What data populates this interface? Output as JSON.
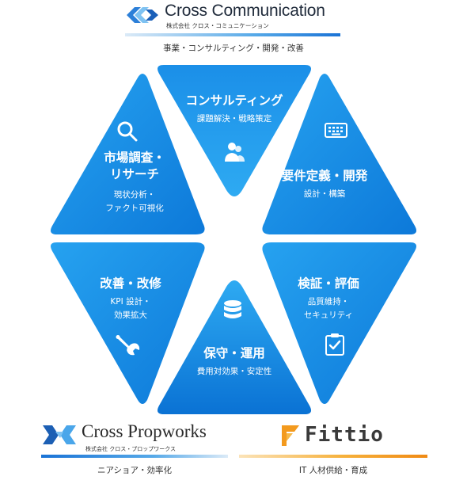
{
  "header": {
    "company": "Cross Communication",
    "company_kana": "株式会社 クロス・コミュニケーション",
    "caption": "事業・コンサルティング・開発・改善"
  },
  "segments": {
    "consulting": {
      "title": "コンサルティング",
      "sub": "課題解決・戦略策定",
      "icon": "users-icon"
    },
    "requirements": {
      "title": "要件定義・開発",
      "sub": "設計・構築",
      "icon": "keyboard-icon"
    },
    "verification": {
      "title": "検証・評価",
      "sub1": "品質維持・",
      "sub2": "セキュリティ",
      "icon": "clipboard-check-icon"
    },
    "operation": {
      "title": "保守・運用",
      "sub": "費用対効果・安定性",
      "icon": "database-icon"
    },
    "improvement": {
      "title": "改善・改修",
      "sub1": "KPI 設計・",
      "sub2": "効果拡大",
      "icon": "wrench-icon"
    },
    "research": {
      "title1": "市場調査・",
      "title2": "リサーチ",
      "sub1": "現状分析・",
      "sub2": "ファクト可視化",
      "icon": "search-icon"
    }
  },
  "footer": {
    "left": {
      "company": "Cross Propworks",
      "company_kana": "株式会社 クロス・プロップワークス",
      "caption": "ニアショア・効率化"
    },
    "right": {
      "company": "Fittio",
      "caption": "IT 人材供給・育成"
    }
  },
  "colors": {
    "segment_light": "#2aa6f2",
    "segment_dark": "#0a74d6",
    "header_accent": "#1a73d6",
    "fittio_accent": "#f39a1e"
  }
}
